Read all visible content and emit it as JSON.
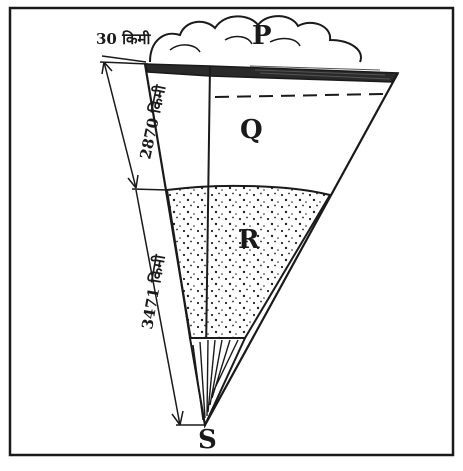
{
  "diagram": {
    "labels": {
      "p": "P",
      "q": "Q",
      "r": "R",
      "s": "S"
    },
    "measurements": {
      "crust": "30 किमी",
      "mantle": "2870 किमी",
      "outer_core": "3471 किमी"
    },
    "colors": {
      "ink": "#1a1a1a",
      "paper": "#ffffff"
    }
  }
}
